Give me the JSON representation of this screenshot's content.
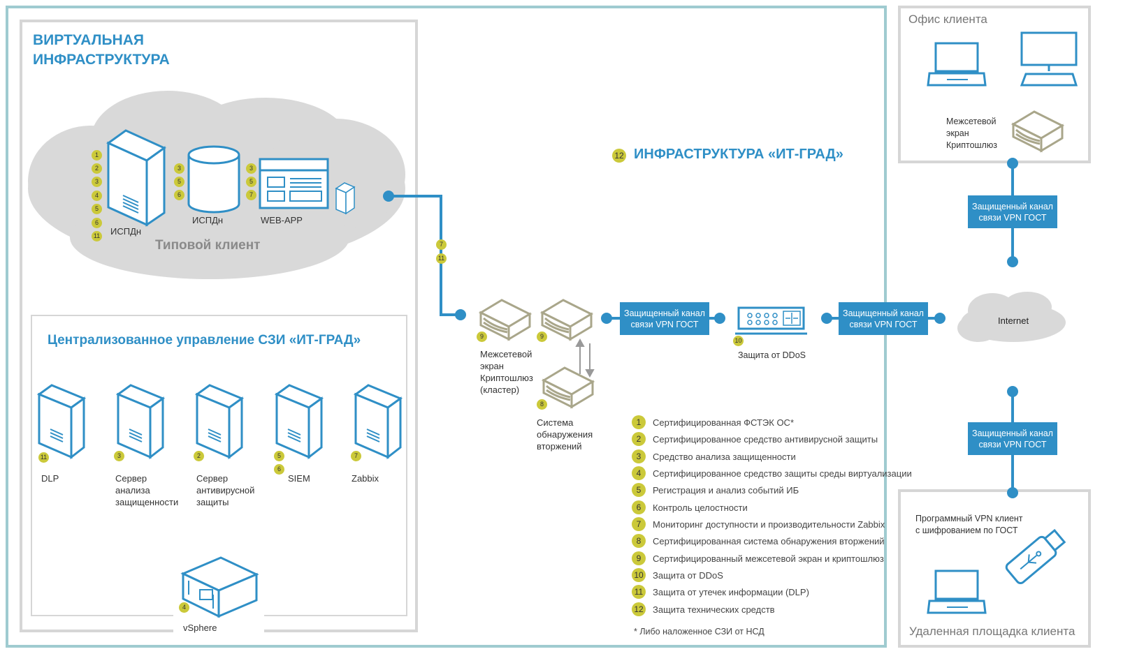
{
  "virtual_infra": {
    "title_line1": "ВИРТУАЛЬНАЯ",
    "title_line2": "ИНФРАСТРУКТУРА",
    "cloud_caption": "Типовой клиент",
    "ispdn_label_1": "ИСПДн",
    "ispdn_label_2": "ИСПДн",
    "webapp_label": "WEB-APP",
    "server1_badges": [
      "1",
      "2",
      "3",
      "4",
      "5",
      "6",
      "11"
    ],
    "db_badges": [
      "3",
      "5",
      "6"
    ],
    "webapp_badges": [
      "3",
      "5",
      "7"
    ],
    "link_badges": [
      "7",
      "11"
    ]
  },
  "central": {
    "title": "Централизованное управление СЗИ «ИТ-ГРАД»",
    "servers": [
      {
        "label": "DLP",
        "badges": [
          "11"
        ]
      },
      {
        "label": "Сервер\nанализа\nзащищенности",
        "badges": [
          "3"
        ]
      },
      {
        "label": "Сервер\nантивирусной\nзащиты",
        "badges": [
          "2"
        ]
      },
      {
        "label": "SIEM",
        "badges": [
          "5",
          "6"
        ]
      },
      {
        "label": "Zabbix",
        "badges": [
          "7"
        ]
      }
    ],
    "vsphere_label": "vSphere",
    "vsphere_badge": "4"
  },
  "itgrad": {
    "title": "ИНФРАСТРУКТУРА «ИТ-ГРАД»",
    "title_badge": "12",
    "firewall_label": "Межсетевой\nэкран\nКриптошлюз\n(кластер)",
    "firewall_badge_a": "9",
    "firewall_badge_b": "9",
    "ids_label": "Система\nобнаружения\nвторжений",
    "ids_badge": "8",
    "ddos_label": "Защита от DDoS",
    "ddos_badge": "10",
    "vpn_box_1": "Защищенный канал\nсвязи VPN ГОСТ",
    "vpn_box_2": "Защищенный канал\nсвязи VPN ГОСТ",
    "internet_label": "Internet"
  },
  "legend": [
    {
      "num": "1",
      "text": "Сертифицированная ФСТЭК ОС*"
    },
    {
      "num": "2",
      "text": "Сертифицированное средство антивирусной защиты"
    },
    {
      "num": "3",
      "text": "Средство анализа защищенности"
    },
    {
      "num": "4",
      "text": "Сертифицированное средство защиты среды виртуализации"
    },
    {
      "num": "5",
      "text": "Регистрация и анализ событий ИБ"
    },
    {
      "num": "6",
      "text": "Контроль целостности"
    },
    {
      "num": "7",
      "text": "Мониторинг доступности и производительности Zabbix"
    },
    {
      "num": "8",
      "text": "Сертифицированная система обнаружения вторжений"
    },
    {
      "num": "9",
      "text": "Сертифицированный межсетевой экран и криптошлюз"
    },
    {
      "num": "10",
      "text": "Защита от DDoS"
    },
    {
      "num": "11",
      "text": "Защита от утечек информации (DLP)"
    },
    {
      "num": "12",
      "text": "Защита технических средств"
    }
  ],
  "footnote": "* Либо наложенное СЗИ от НСД",
  "office": {
    "title": "Офис клиента",
    "firewall_label": "Межсетевой\nэкран\nКриптошлюз",
    "vpn_box": "Защищенный канал\nсвязи VPN ГОСТ"
  },
  "remote": {
    "title": "Удаленная площадка клиента",
    "client_label": "Программный VPN клиент\nс шифрованием по ГОСТ",
    "vpn_box": "Защищенный канал\nсвязи VPN ГОСТ"
  },
  "colors": {
    "blue": "#2f8fc6",
    "badge": "#cbc93a",
    "frame": "#9fcbd0",
    "gray_frame": "#d6d6d6",
    "cloud": "#d9d9d9",
    "device": "#a9a68a"
  }
}
